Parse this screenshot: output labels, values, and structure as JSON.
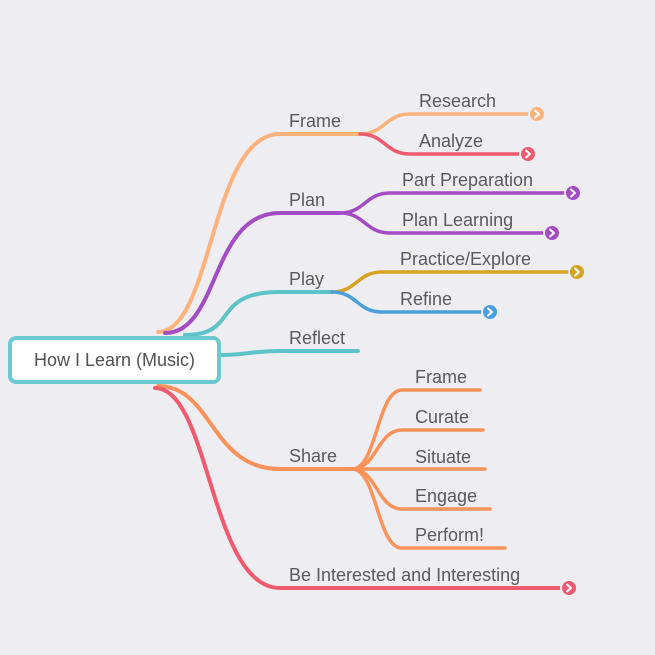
{
  "root": {
    "label": "How I Learn (Music)",
    "color": "#5ec3c8"
  },
  "branches": [
    {
      "label": "Frame",
      "color": "#fcb27a",
      "children": [
        {
          "label": "Research",
          "color": "#fcb27a",
          "collapsed": true
        },
        {
          "label": "Analyze",
          "color": "#f05a6e",
          "collapsed": true
        }
      ]
    },
    {
      "label": "Plan",
      "color": "#a34cc4",
      "children": [
        {
          "label": "Part Preparation",
          "color": "#a34cc4",
          "collapsed": true
        },
        {
          "label": "Plan Learning",
          "color": "#a34cc4",
          "collapsed": true
        }
      ]
    },
    {
      "label": "Play",
      "color": "#5ec3c8",
      "children": [
        {
          "label": "Practice/Explore",
          "color": "#d8a320",
          "collapsed": true
        },
        {
          "label": "Refine",
          "color": "#4aa0dc",
          "collapsed": true
        }
      ]
    },
    {
      "label": "Reflect",
      "color": "#5ec3c8",
      "children": []
    },
    {
      "label": "Share",
      "color": "#fa9259",
      "children": [
        {
          "label": "Frame",
          "color": "#fa9259",
          "collapsed": false
        },
        {
          "label": "Curate",
          "color": "#fa9259",
          "collapsed": false
        },
        {
          "label": "Situate",
          "color": "#fa9259",
          "collapsed": false
        },
        {
          "label": "Engage",
          "color": "#fa9259",
          "collapsed": false
        },
        {
          "label": "Perform!",
          "color": "#fa9259",
          "collapsed": false
        }
      ]
    },
    {
      "label": "Be Interested and Interesting",
      "color": "#f05a6e",
      "collapsed": true,
      "children": []
    }
  ]
}
